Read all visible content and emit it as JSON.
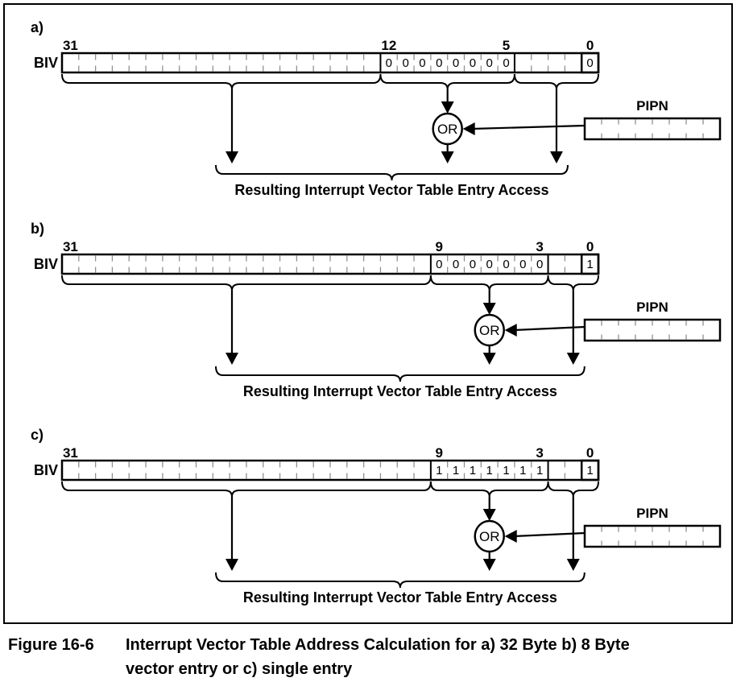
{
  "figure": {
    "caption_label": "Figure 16-6",
    "caption_line1": "Interrupt Vector Table Address Calculation for a) 32 Byte b) 8 Byte",
    "caption_line2": "vector entry or c) single entry"
  },
  "colors": {
    "line": "#000000",
    "tick": "#909090",
    "background": "#ffffff"
  },
  "sections": [
    {
      "id": "a",
      "label": "a)",
      "register_name": "BIV",
      "bit_labels": {
        "msb": "31",
        "field_msb": "12",
        "field_lsb": "5",
        "lsb": "0"
      },
      "field": {
        "msb": 12,
        "lsb": 5,
        "values": [
          "0",
          "0",
          "0",
          "0",
          "0",
          "0",
          "0",
          "0"
        ]
      },
      "bit0_value": "0",
      "or_label": "OR",
      "pipn_label": "PIPN",
      "result_text": "Resulting Interrupt Vector Table Entry Access"
    },
    {
      "id": "b",
      "label": "b)",
      "register_name": "BIV",
      "bit_labels": {
        "msb": "31",
        "field_msb": "9",
        "field_lsb": "3",
        "lsb": "0"
      },
      "field": {
        "msb": 9,
        "lsb": 3,
        "values": [
          "0",
          "0",
          "0",
          "0",
          "0",
          "0",
          "0"
        ]
      },
      "bit0_value": "1",
      "or_label": "OR",
      "pipn_label": "PIPN",
      "result_text": "Resulting Interrupt Vector Table Entry Access"
    },
    {
      "id": "c",
      "label": "c)",
      "register_name": "BIV",
      "bit_labels": {
        "msb": "31",
        "field_msb": "9",
        "field_lsb": "3",
        "lsb": "0"
      },
      "field": {
        "msb": 9,
        "lsb": 3,
        "values": [
          "1",
          "1",
          "1",
          "1",
          "1",
          "1",
          "1"
        ]
      },
      "bit0_value": "1",
      "or_label": "OR",
      "pipn_label": "PIPN",
      "result_text": "Resulting Interrupt Vector Table Entry Access"
    }
  ]
}
